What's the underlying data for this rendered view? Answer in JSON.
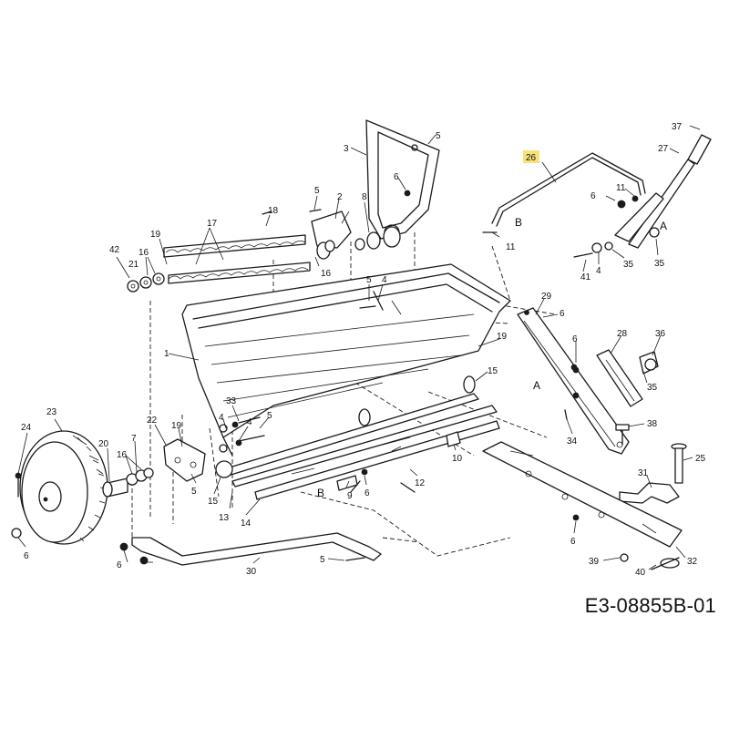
{
  "drawing_code": "E3-08855B-01",
  "highlight_color": "#f5e27a",
  "highlighted_callout": "26",
  "callouts": [
    "37",
    "27",
    "26",
    "11",
    "6",
    "B",
    "11",
    "A",
    "41",
    "4",
    "35",
    "35",
    "3",
    "5",
    "6",
    "8",
    "5",
    "2",
    "18",
    "17",
    "19",
    "16",
    "21",
    "42",
    "16",
    "5",
    "4",
    "29",
    "6",
    "28",
    "36",
    "6",
    "A",
    "19",
    "15",
    "35",
    "1",
    "4",
    "33",
    "4",
    "5",
    "38",
    "34",
    "23",
    "24",
    "22",
    "19",
    "20",
    "7",
    "16",
    "5",
    "15",
    "B",
    "9",
    "6",
    "12",
    "10",
    "25",
    "31",
    "13",
    "14",
    "6",
    "5",
    "30",
    "6",
    "6",
    "39",
    "40",
    "32"
  ]
}
